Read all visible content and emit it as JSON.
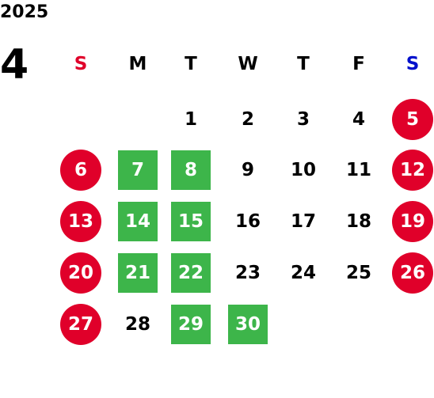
{
  "calendar": {
    "year": "2025",
    "month": "4",
    "weekdays": [
      "S",
      "M",
      "T",
      "W",
      "T",
      "F",
      "S"
    ],
    "weekday_colors": [
      "#e0002a",
      "#000000",
      "#000000",
      "#000000",
      "#000000",
      "#000000",
      "#0010cc"
    ],
    "weeks": [
      [
        null,
        null,
        1,
        2,
        3,
        4,
        5
      ],
      [
        6,
        7,
        8,
        9,
        10,
        11,
        12
      ],
      [
        13,
        14,
        15,
        16,
        17,
        18,
        19
      ],
      [
        20,
        21,
        22,
        23,
        24,
        25,
        26
      ],
      [
        27,
        28,
        29,
        30,
        null,
        null,
        null
      ]
    ],
    "red_circle_days": [
      5,
      6,
      12,
      13,
      19,
      20,
      26,
      27
    ],
    "green_square_days": [
      7,
      8,
      14,
      15,
      21,
      22,
      29,
      30
    ],
    "colors": {
      "red": "#e0002a",
      "green": "#3db54a",
      "text": "#000000"
    }
  }
}
